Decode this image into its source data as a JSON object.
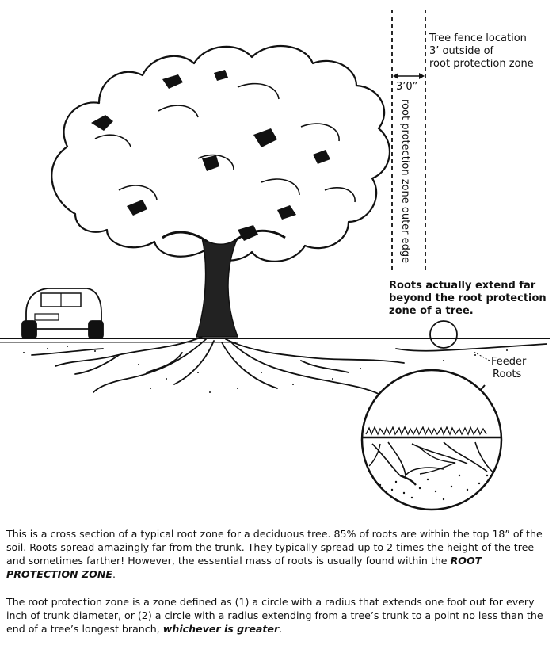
{
  "labels": {
    "fence_1": "Tree fence location",
    "fence_2": "3’ outside of",
    "fence_3": "root protection zone",
    "dimension": "3’0”",
    "outer_edge": "root protection zone outer edge",
    "roots_1": "Roots actually extend far",
    "roots_2": "beyond the root protection",
    "roots_3": "zone of a tree.",
    "feeder_1": "Feeder",
    "feeder_2": "Roots"
  },
  "paragraph1": {
    "text": "This is a cross section of a typical root zone for a deciduous tree. 85% of roots are within the top 18” of the soil. Roots spread amazingly far from the trunk. They typically spread up to 2 times the height of the tree and sometimes farther! However, the essential mass of roots is usually found within the ",
    "emphasis": "ROOT PROTECTION ZONE",
    "end": "."
  },
  "paragraph2": {
    "text": "The root protection zone is a zone defined as (1) a circle with a radius that extends one foot out for every inch of trunk diameter, or (2) a circle with a radius extending from a tree’s trunk to a point no less than the end of a tree’s longest branch, ",
    "emphasis": "whichever is greater",
    "end": "."
  }
}
